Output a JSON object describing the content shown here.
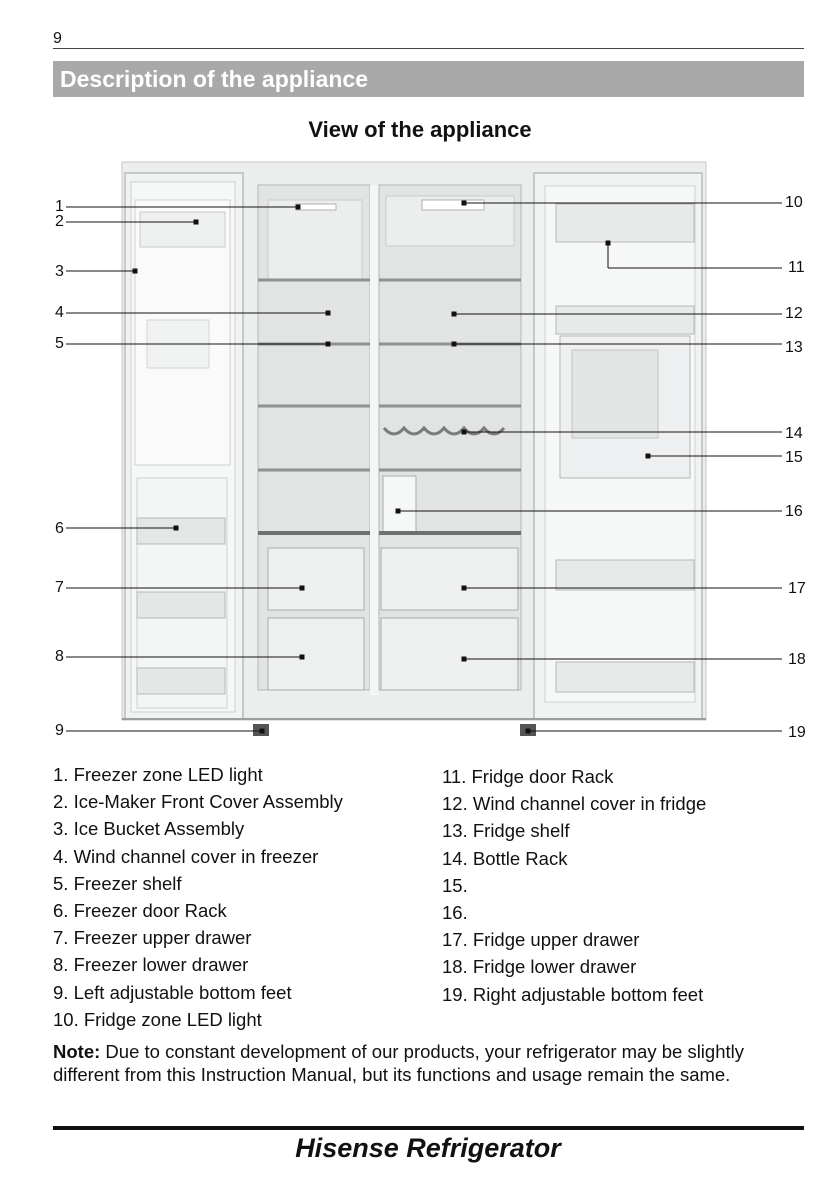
{
  "page_number": "9",
  "section_title": "Description of the appliance",
  "figure_title": "View of the appliance",
  "callouts": [
    "1",
    "2",
    "3",
    "4",
    "5",
    "6",
    "7",
    "8",
    "9",
    "10",
    "11",
    "12",
    "13",
    "14",
    "15",
    "16",
    "17",
    "18",
    "19"
  ],
  "legend_left": [
    "1. Freezer zone LED light",
    "2. Ice-Maker Front Cover Assembly",
    "3. Ice Bucket Assembly",
    "4. Wind channel cover in freezer",
    "5. Freezer shelf",
    "6. Freezer door Rack",
    "7. Freezer upper drawer",
    "8. Freezer lower drawer",
    "9. Left adjustable bottom feet",
    "10. Fridge zone LED light"
  ],
  "legend_right": [
    "11. Fridge door Rack",
    "12. Wind channel cover in fridge",
    "13. Fridge shelf",
    "14. Bottle Rack",
    "15.",
    "16.",
    "17. Fridge upper drawer",
    "18. Fridge lower drawer",
    "19. Right adjustable bottom feet"
  ],
  "note": {
    "label": "Note:",
    "text": " Due to constant development of our products, your refrigerator may be slightly different from this Instruction Manual, but its functions and usage remain the same."
  },
  "footer_brand": "Hisense Refrigerator"
}
